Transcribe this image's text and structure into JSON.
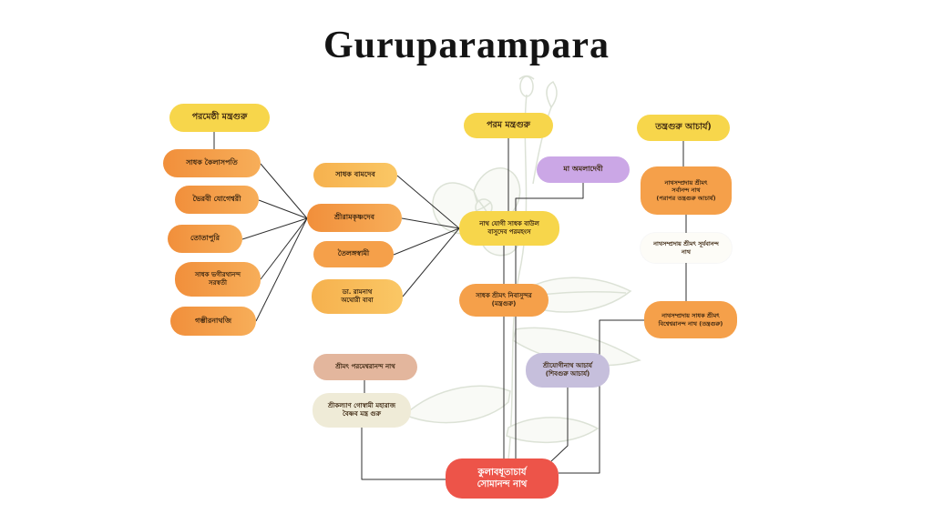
{
  "title": "Guruparampara",
  "palette": {
    "header_yellow": "#F7D64B",
    "orange": "#F18F3B",
    "amber": "#F6B14E",
    "purple": "#CBA7E6",
    "lavender": "#C6BFDC",
    "peach": "#E3B69D",
    "cream": "#EFEBD7",
    "white": "#FDFCF7",
    "red": "#ED5449",
    "line": "#2f2f2f",
    "botanical": "#a9b79b"
  },
  "nodes": {
    "a0": {
      "label": "পরমেষ্ঠী মন্ত্রগুরু",
      "role": "header"
    },
    "a1": {
      "label": "সাধক কৈলাসপতি"
    },
    "a2": {
      "label": "ভৈরবী যোগেশ্বরী"
    },
    "a3": {
      "label": "তোতাপুরি"
    },
    "a4": {
      "label": "সাধক ভগীরথানন্দ\nসরস্বতী"
    },
    "a5": {
      "label": "গম্ভীরনাথজি"
    },
    "b1": {
      "label": "সাধক বামদেব"
    },
    "b2": {
      "label": "শ্রীরামকৃষ্ণদেব"
    },
    "b3": {
      "label": "তৈলঙ্গস্বামী"
    },
    "b4": {
      "label": "ডা. রামনাথ\nঅঘোরী বাবা"
    },
    "c0": {
      "label": "পরম মন্ত্রগুরু",
      "role": "header"
    },
    "c1": {
      "label": "মা অমলাদেবী"
    },
    "c2": {
      "label": "নাথ যোগী সাধক বাউল\nবাসুদেব পরমহংস"
    },
    "c3": {
      "label": "সাধক শ্রীমৎ নিবাসুন্দর\n(মন্ত্রগুরু)"
    },
    "d0": {
      "label": "তন্ত্রগুরু আচার্য)",
      "role": "header"
    },
    "d1": {
      "label": "নাথসম্প্রদায় শ্রীমৎ\nসর্বানন্দ নাথ\n(পরাপর তন্ত্রগুরু আচার্য)"
    },
    "d2": {
      "label": "নাথসম্প্রদায় শ্রীমৎ সূর্যবানন্দ\nনাথ"
    },
    "d3": {
      "label": "নাথসম্প্রদায় সাধক শ্রীমৎ\nবিশ্বেশ্বরানন্দ নাথ (তন্ত্রগুরু)"
    },
    "e1": {
      "label": "শ্রীমৎ পরমেশ্বরানন্দ নাথ"
    },
    "e2": {
      "label": "শ্রীকল্যাণ গোস্বামী মহারাজ\nবৈষ্ণব মন্ত্র গুরু"
    },
    "e3": {
      "label": "শ্রীযোগীনাথ আচার্য\n(শিবগুরু আচার্য)"
    },
    "f1": {
      "label": "কুলাবধূতাচার্য\nসোমানন্দ নাথ"
    }
  },
  "edges": [
    [
      "a0",
      "a1"
    ],
    [
      "b2",
      "a1"
    ],
    [
      "b2",
      "a2"
    ],
    [
      "b2",
      "a3"
    ],
    [
      "b2",
      "a4"
    ],
    [
      "b2",
      "a5"
    ],
    [
      "c2",
      "b1"
    ],
    [
      "c2",
      "b2"
    ],
    [
      "c2",
      "b3"
    ],
    [
      "c2",
      "b4"
    ],
    [
      "c0",
      "c2"
    ],
    [
      "c2",
      "c3"
    ],
    [
      "c3",
      "f1"
    ],
    [
      "c1",
      "f1"
    ],
    [
      "d0",
      "d1"
    ],
    [
      "d1",
      "d2"
    ],
    [
      "d2",
      "d3"
    ],
    [
      "d3",
      "f1"
    ],
    [
      "e1",
      "e2"
    ],
    [
      "e2",
      "f1"
    ],
    [
      "e3",
      "f1"
    ]
  ]
}
